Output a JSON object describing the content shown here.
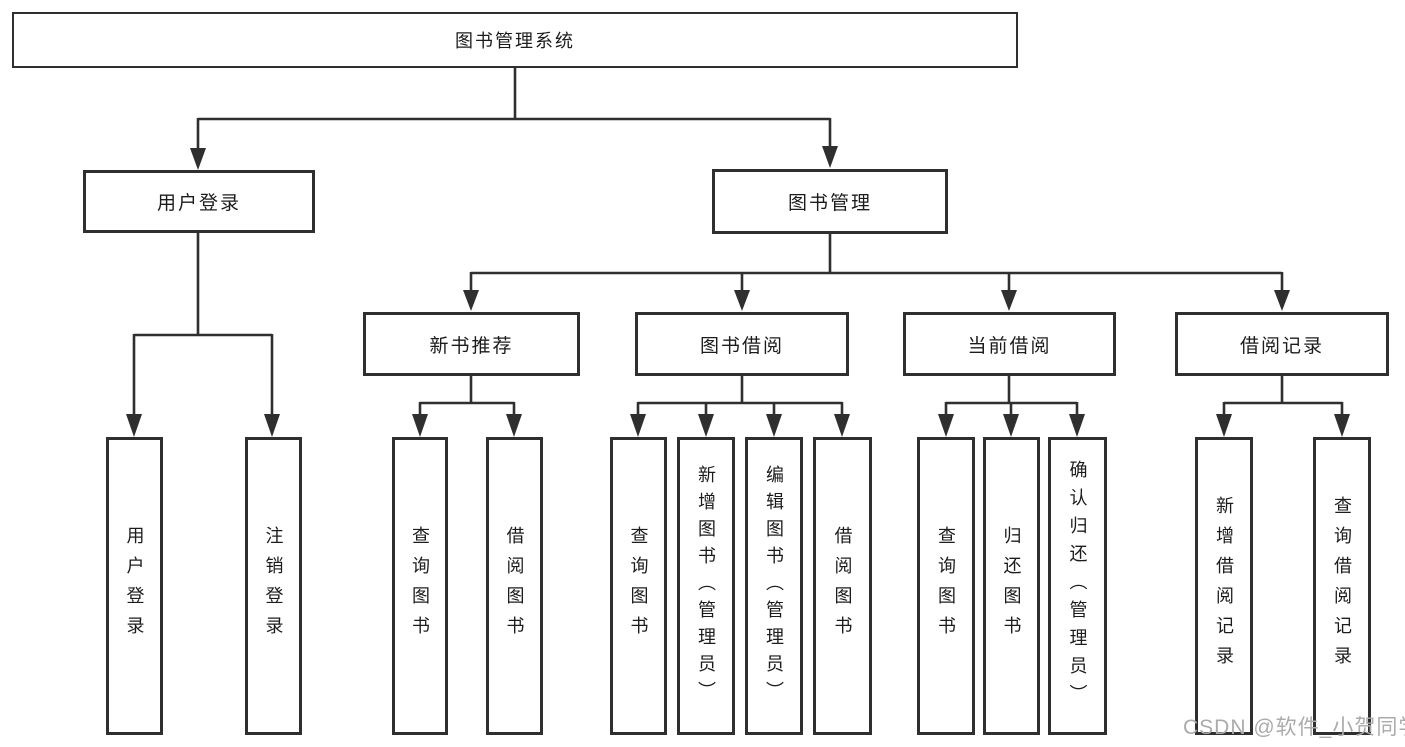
{
  "colors": {
    "line": "#2f2f2f",
    "text": "#1c1c1c",
    "box_bg": "#ffffff",
    "watermark": "#ababab",
    "background": "#ffffff"
  },
  "root": {
    "label": "图书管理系统"
  },
  "branches": [
    {
      "label": "用户登录",
      "children": [
        {
          "label": "用户登录"
        },
        {
          "label": "注销登录"
        }
      ]
    },
    {
      "label": "图书管理",
      "children": [
        {
          "label": "新书推荐",
          "children": [
            {
              "label": "查询图书"
            },
            {
              "label": "借阅图书"
            }
          ]
        },
        {
          "label": "图书借阅",
          "children": [
            {
              "label": "查询图书"
            },
            {
              "label": "新增图书（管理员）"
            },
            {
              "label": "编辑图书（管理员）"
            },
            {
              "label": "借阅图书"
            }
          ]
        },
        {
          "label": "当前借阅",
          "children": [
            {
              "label": "查询图书"
            },
            {
              "label": "归还图书"
            },
            {
              "label": "确认归还（管理员）"
            }
          ]
        },
        {
          "label": "借阅记录",
          "children": [
            {
              "label": "新增借阅记录"
            },
            {
              "label": "查询借阅记录"
            }
          ]
        }
      ]
    }
  ],
  "watermark": "CSDN @软件_小贺同学"
}
